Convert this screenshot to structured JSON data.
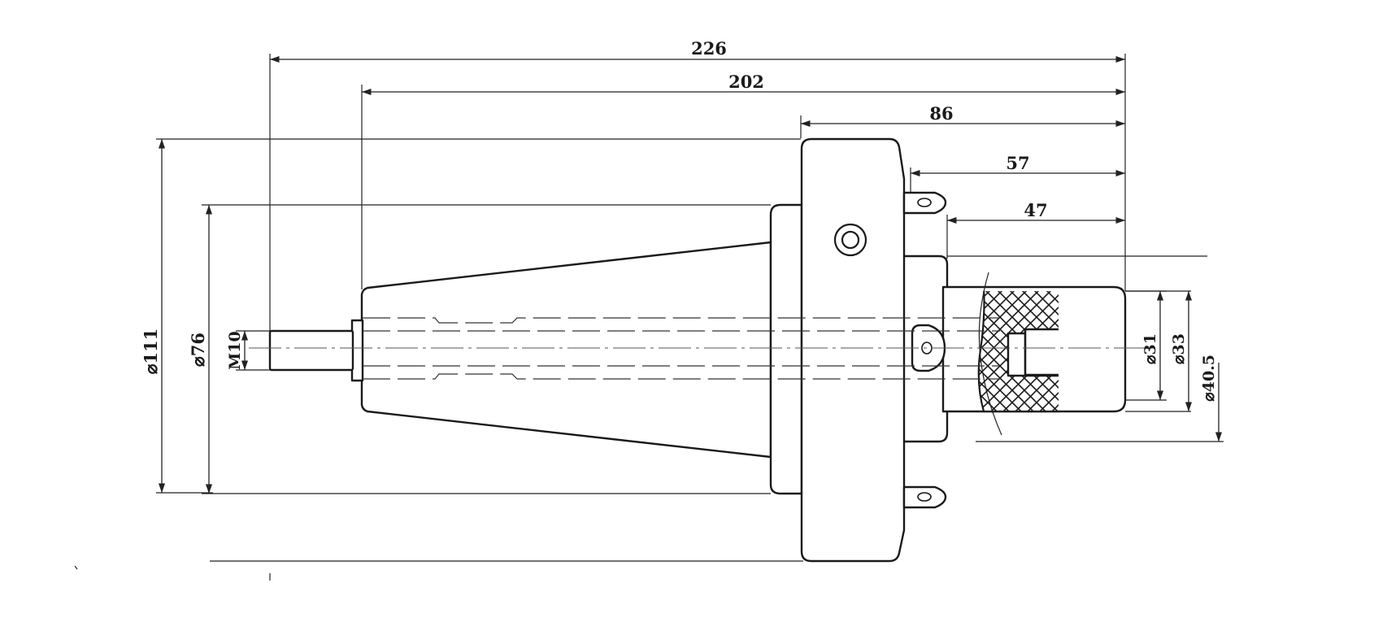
{
  "dimensions": {
    "overall_length": "226",
    "taper_to_end": "202",
    "flange_to_end": "86",
    "flange_face_to_end": "57",
    "collar_to_end": "47",
    "flange_diameter": "⌀111",
    "taper_diameter": "⌀76",
    "thread": "M10",
    "bore_diameter": "⌀31",
    "nose_diameter": "⌀33",
    "collar_diameter": "⌀40.5"
  }
}
